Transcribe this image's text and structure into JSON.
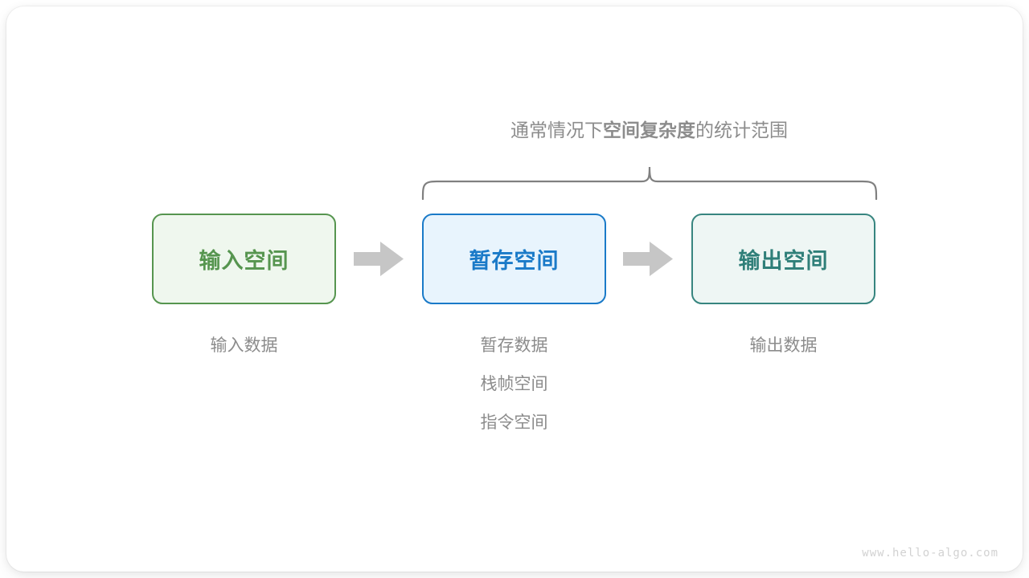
{
  "diagram": {
    "title_prefix": "通常情况下",
    "title_emphasis": "空间复杂度",
    "title_suffix": "的统计范围",
    "brace_label_full": "通常情况下空间复杂度的统计范围",
    "watermark": "www.hello-algo.com",
    "colors": {
      "input_border": "#56954f",
      "input_fill": "#eff7ee",
      "input_text": "#56954f",
      "buffer_border": "#1a7ac8",
      "buffer_fill": "#e8f4fd",
      "buffer_text": "#1a7ac8",
      "output_border": "#37857f",
      "output_fill": "#eef6f4",
      "output_text": "#2f7f79",
      "arrow": "#c6c6c6",
      "brace": "#808080",
      "caption_text": "#8c8c8c",
      "watermark_text": "#d2d2d2"
    },
    "stages": [
      {
        "id": "input",
        "box_label": "输入空间",
        "captions": [
          "输入数据"
        ]
      },
      {
        "id": "buffer",
        "box_label": "暂存空间",
        "captions": [
          "暂存数据",
          "栈帧空间",
          "指令空间"
        ]
      },
      {
        "id": "output",
        "box_label": "输出空间",
        "captions": [
          "输出数据"
        ]
      }
    ],
    "arrows": [
      {
        "id": "arrow-input-to-buffer"
      },
      {
        "id": "arrow-buffer-to-output"
      }
    ]
  }
}
